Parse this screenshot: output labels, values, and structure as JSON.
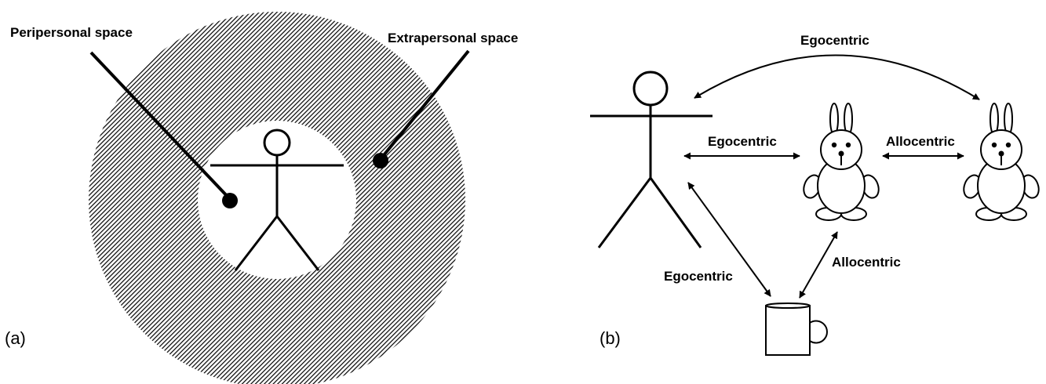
{
  "panel_a": {
    "tag": "(a)",
    "peripersonal_label": "Peripersonal space",
    "extrapersonal_label": "Extrapersonal space"
  },
  "panel_b": {
    "tag": "(b)",
    "top_arc_label": "Egocentric",
    "person_to_bunny_label": "Egocentric",
    "bunny_to_bunny_label": "Allocentric",
    "person_to_mug_label": "Egocentric",
    "bunny_to_mug_label": "Allocentric"
  }
}
